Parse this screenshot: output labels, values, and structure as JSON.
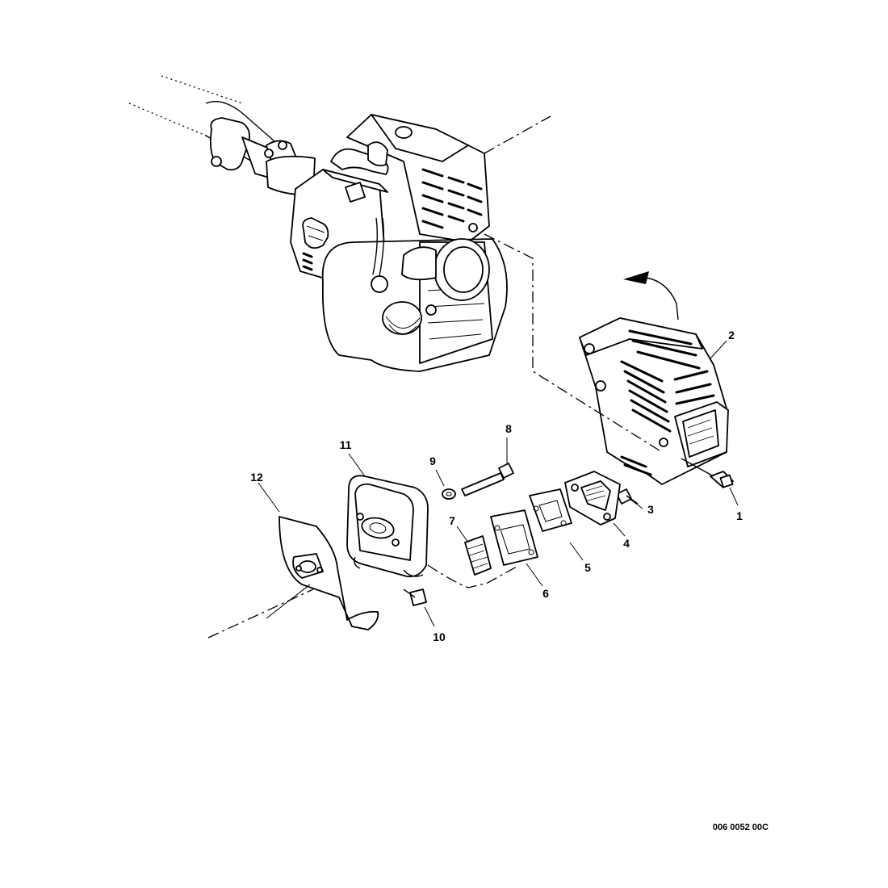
{
  "diagram": {
    "document_id": "006 0052 00C",
    "callouts": [
      {
        "id": "1",
        "text": "1"
      },
      {
        "id": "2",
        "text": "2"
      },
      {
        "id": "3",
        "text": "3"
      },
      {
        "id": "4",
        "text": "4"
      },
      {
        "id": "5",
        "text": "5"
      },
      {
        "id": "6",
        "text": "6"
      },
      {
        "id": "7",
        "text": "7"
      },
      {
        "id": "8",
        "text": "8"
      },
      {
        "id": "9",
        "text": "9"
      },
      {
        "id": "10",
        "text": "10"
      },
      {
        "id": "11",
        "text": "11"
      },
      {
        "id": "12",
        "text": "12"
      }
    ]
  }
}
